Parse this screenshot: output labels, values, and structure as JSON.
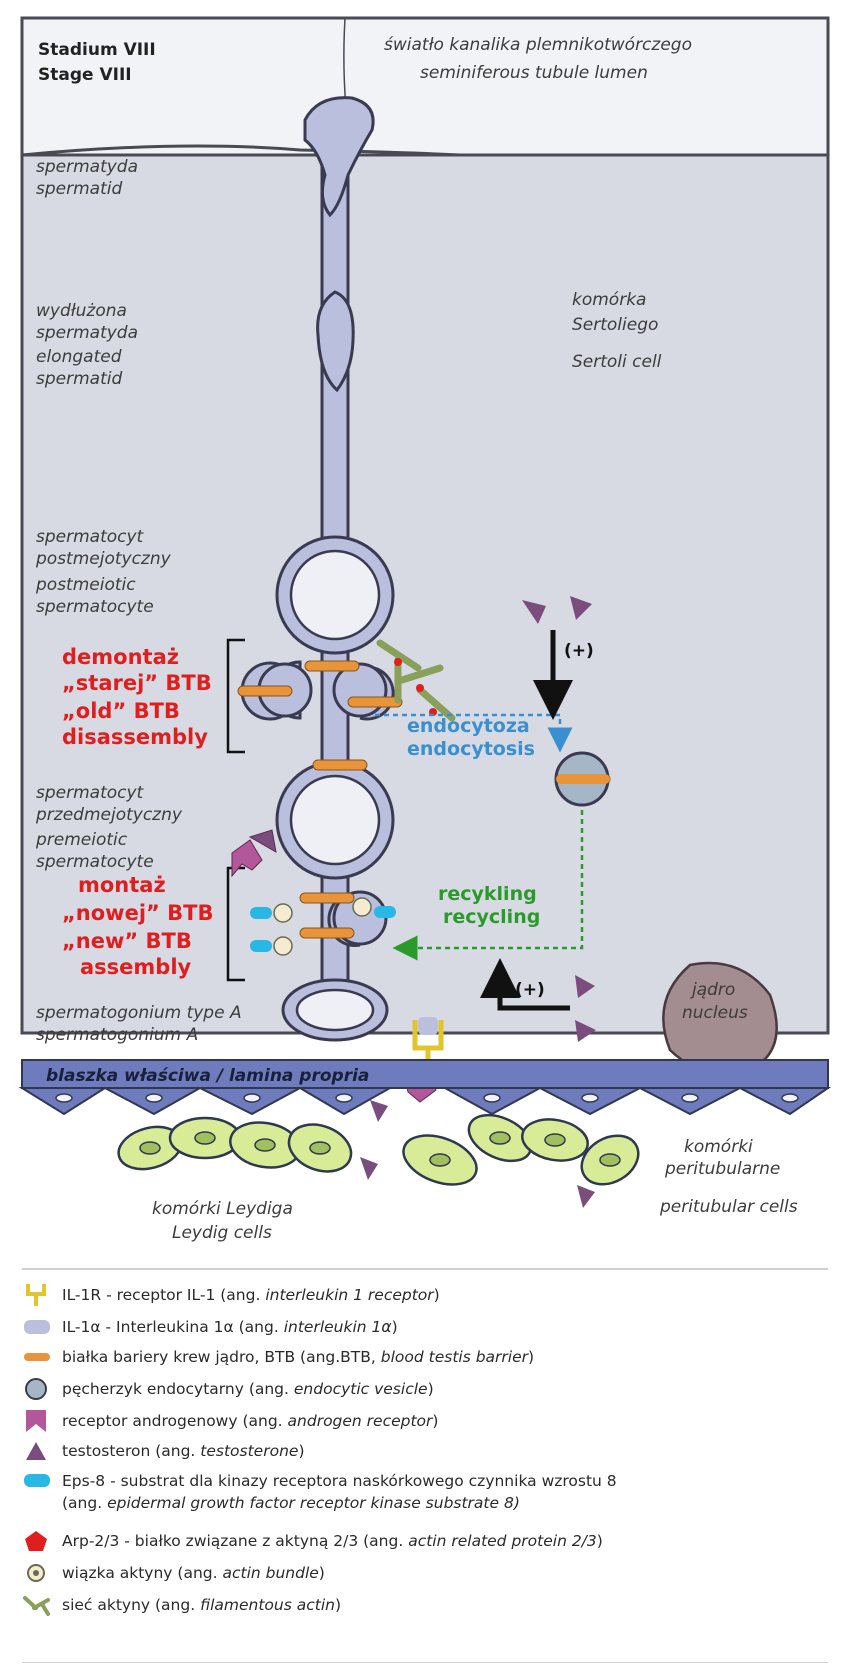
{
  "header": {
    "stage_pl": "Stadium VIII",
    "stage_en": "Stage VIII",
    "lumen_pl": "światło kanalika plemnikotwórczego",
    "lumen_en": "seminiferous tubule lumen"
  },
  "cells": {
    "spermatid_pl": "spermatyda",
    "spermatid_en": "spermatid",
    "elongated_pl_1": "wydłużona",
    "elongated_pl_2": "spermatyda",
    "elongated_en_1": "elongated",
    "elongated_en_2": "spermatid",
    "sertoli_pl_1": "komórka",
    "sertoli_pl_2": "Sertoliego",
    "sertoli_en": "Sertoli cell",
    "postmeiotic_pl_1": "spermatocyt",
    "postmeiotic_pl_2": "postmejotyczny",
    "postmeiotic_en_1": "postmeiotic",
    "postmeiotic_en_2": "spermatocyte",
    "premeiotic_pl_1": "spermatocyt",
    "premeiotic_pl_2": "przedmejotyczny",
    "premeiotic_en_1": "premeiotic",
    "premeiotic_en_2": "spermatocyte",
    "spermatogonium_1": "spermatogonium type A",
    "spermatogonium_2": "spermatogonium A",
    "nucleus_pl": "jądro",
    "nucleus_en": "nucleus",
    "lamina": "blaszka właściwa / lamina propria",
    "leydig_pl": "komórki Leydiga",
    "leydig_en": "Leydig cells",
    "peritubular_pl_1": "komórki",
    "peritubular_pl_2": "peritubularne",
    "peritubular_en": "peritubular cells"
  },
  "processes": {
    "old_pl_1": "demontaż",
    "old_pl_2": "„starej” BTB",
    "old_en_1": "„old” BTB",
    "old_en_2": "disassembly",
    "new_pl_1": "montaż",
    "new_pl_2": "„nowej” BTB",
    "new_en_1": "„new” BTB",
    "new_en_2": "assembly",
    "endocytosis_pl": "endocytoza",
    "endocytosis_en": "endocytosis",
    "recycling_pl": "recykling",
    "recycling_en": "recycling",
    "plus_1": "(+)",
    "plus_2": "(+)"
  },
  "colors": {
    "red_text": "#e01e1e",
    "blue_text": "#3a8fd0",
    "green_text": "#2a9a2a",
    "btb_protein": "#e8943a",
    "cell_fill": "#b9bfdc",
    "sertoli_bg": "#d7dae2",
    "androgen_receptor": "#b1579a",
    "testosterone": "#7a4d7e",
    "leydig": "#d8ec98",
    "eps8": "#29b7e6",
    "arp": "#e01e1e",
    "il1r": "#e2c42c"
  },
  "legend": [
    {
      "icon": "il1r-receptor-icon",
      "pre": "IL-1R - receptor IL-1 (ang. ",
      "it": "interleukin 1 receptor",
      "post": ")"
    },
    {
      "icon": "il1a-icon",
      "pre": "IL-1α - Interleukina 1α (ang. ",
      "it": "interleukin 1α",
      "post": ")"
    },
    {
      "icon": "btb-protein-icon",
      "pre": "białka bariery krew jądro, BTB (ang.BTB, ",
      "it": "blood testis barrier",
      "post": ")"
    },
    {
      "icon": "endocytic-vesicle-icon",
      "pre": "pęcherzyk endocytarny (ang. ",
      "it": "endocytic vesicle",
      "post": ")"
    },
    {
      "icon": "androgen-receptor-icon",
      "pre": "receptor androgenowy (ang. ",
      "it": "androgen receptor",
      "post": ")"
    },
    {
      "icon": "testosterone-icon",
      "pre": "testosteron (ang. ",
      "it": "testosterone",
      "post": ")"
    },
    {
      "icon": "eps8-icon",
      "pre": "Eps-8 - substrat dla kinazy receptora naskórkowego czynnika wzrostu 8",
      "it": "",
      "post": ""
    },
    {
      "icon": "",
      "pre": "(ang. ",
      "it": "epidermal growth factor receptor kinase substrate 8)",
      "post": ""
    },
    {
      "icon": "arp23-icon",
      "pre": "Arp-2/3 - białko związane z aktyną 2/3 (ang. ",
      "it": "actin related protein 2/3",
      "post": ")"
    },
    {
      "icon": "actin-bundle-icon",
      "pre": "wiązka aktyny (ang. ",
      "it": "actin bundle",
      "post": ")"
    },
    {
      "icon": "filamentous-actin-icon",
      "pre": "sieć aktyny (ang. ",
      "it": "filamentous actin",
      "post": ")"
    }
  ]
}
